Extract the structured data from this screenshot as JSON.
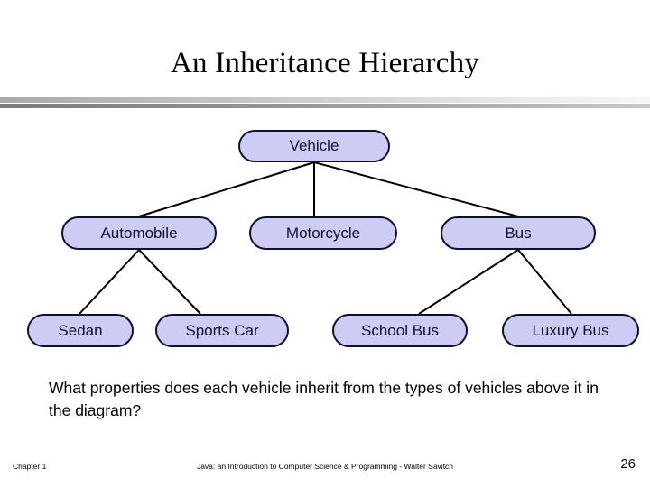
{
  "slide": {
    "title": "An Inheritance Hierarchy",
    "body_text": "What properties does each vehicle inherit from the types of vehicles above it in the diagram?",
    "accent_fill": "#ccccf5",
    "accent_border": "#100f2e"
  },
  "diagram": {
    "nodes": [
      {
        "id": "vehicle",
        "label": "Vehicle",
        "level": 1
      },
      {
        "id": "automobile",
        "label": "Automobile",
        "level": 2
      },
      {
        "id": "motorcycle",
        "label": "Motorcycle",
        "level": 2
      },
      {
        "id": "bus",
        "label": "Bus",
        "level": 2
      },
      {
        "id": "sedan",
        "label": "Sedan",
        "level": 3
      },
      {
        "id": "sportscar",
        "label": "Sports Car",
        "level": 3
      },
      {
        "id": "schoolbus",
        "label": "School Bus",
        "level": 3
      },
      {
        "id": "luxurybus",
        "label": "Luxury Bus",
        "level": 3
      }
    ],
    "edges": [
      {
        "from": "vehicle",
        "to": "automobile"
      },
      {
        "from": "vehicle",
        "to": "motorcycle"
      },
      {
        "from": "vehicle",
        "to": "bus"
      },
      {
        "from": "automobile",
        "to": "sedan"
      },
      {
        "from": "automobile",
        "to": "sportscar"
      },
      {
        "from": "bus",
        "to": "schoolbus"
      },
      {
        "from": "bus",
        "to": "luxurybus"
      }
    ]
  },
  "footer": {
    "chapter": "Chapter 1",
    "citation": "Java: an Introduction to Computer Science & Programming - Walter Savitch",
    "page_number": "26"
  }
}
